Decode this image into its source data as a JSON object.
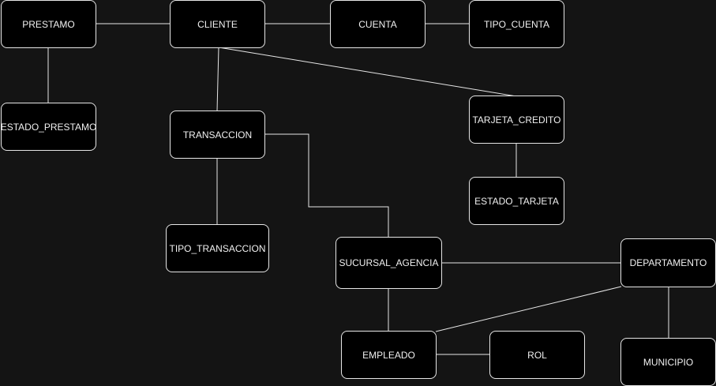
{
  "colors": {
    "background": "#141414",
    "node_fill": "#000000",
    "node_border": "#e6e6e6",
    "edge": "#e6e6e6",
    "text": "#f0f0f0"
  },
  "nodes": {
    "prestamo": "PRESTAMO",
    "cliente": "CLIENTE",
    "cuenta": "CUENTA",
    "tipo_cuenta": "TIPO_CUENTA",
    "estado_prestamo": "ESTADO_PRESTAMO",
    "transaccion": "TRANSACCION",
    "tarjeta_credito": "TARJETA_CREDITO",
    "estado_tarjeta": "ESTADO_TARJETA",
    "tipo_transaccion": "TIPO_TRANSACCION",
    "sucursal_agencia": "SUCURSAL_AGENCIA",
    "departamento": "DEPARTAMENTO",
    "empleado": "EMPLEADO",
    "rol": "ROL",
    "municipio": "MUNICIPIO"
  },
  "edges": [
    {
      "from": "prestamo",
      "to": "cliente"
    },
    {
      "from": "cliente",
      "to": "cuenta"
    },
    {
      "from": "cuenta",
      "to": "tipo_cuenta"
    },
    {
      "from": "prestamo",
      "to": "estado_prestamo"
    },
    {
      "from": "cliente",
      "to": "transaccion"
    },
    {
      "from": "cliente",
      "to": "tarjeta_credito"
    },
    {
      "from": "tarjeta_credito",
      "to": "estado_tarjeta"
    },
    {
      "from": "transaccion",
      "to": "tipo_transaccion"
    },
    {
      "from": "transaccion",
      "to": "sucursal_agencia"
    },
    {
      "from": "sucursal_agencia",
      "to": "departamento"
    },
    {
      "from": "sucursal_agencia",
      "to": "empleado"
    },
    {
      "from": "departamento",
      "to": "empleado"
    },
    {
      "from": "empleado",
      "to": "rol"
    },
    {
      "from": "departamento",
      "to": "municipio"
    }
  ]
}
